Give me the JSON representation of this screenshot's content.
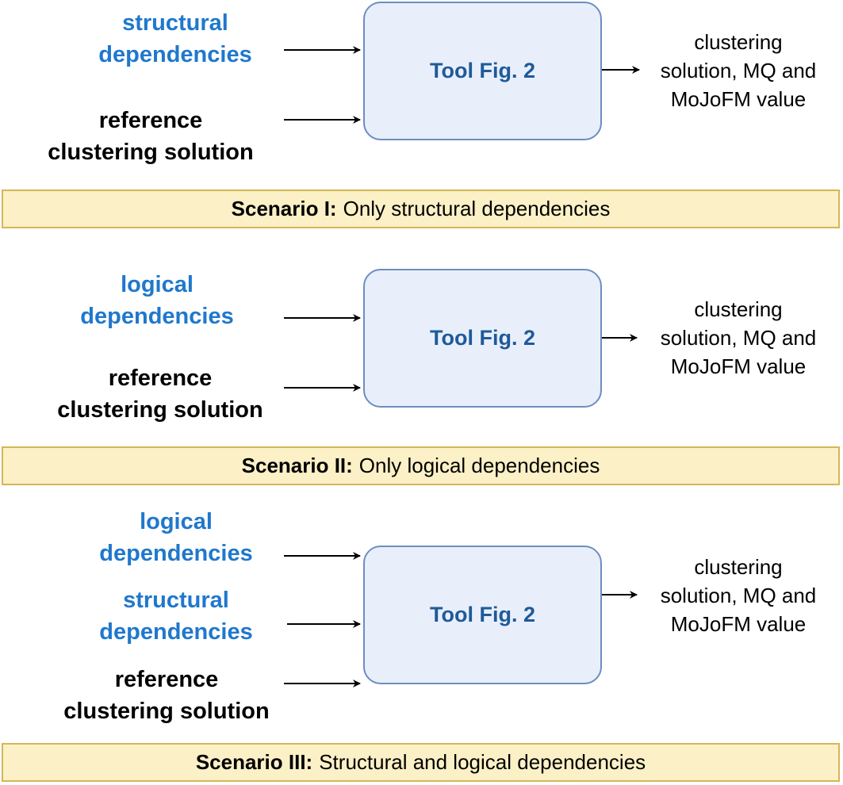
{
  "tool_label": "Tool Fig. 2",
  "output_lines": [
    "clustering",
    "solution, MQ and",
    "MoJoFM value"
  ],
  "inputs": {
    "structural": [
      "structural",
      "dependencies"
    ],
    "logical": [
      "logical",
      "dependencies"
    ],
    "reference": [
      "reference",
      "clustering solution"
    ]
  },
  "scenarios": [
    {
      "label": "Scenario I:",
      "description": "Only structural dependencies"
    },
    {
      "label": "Scenario II:",
      "description": "Only logical dependencies"
    },
    {
      "label": "Scenario III:",
      "description": "Structural and logical dependencies"
    }
  ],
  "colors": {
    "input_blue": "#1f78cc",
    "box_fill": "#e8effb",
    "box_border": "#6c8ebf",
    "banner_fill": "#fbf0c6",
    "banner_border": "#d6b656"
  }
}
